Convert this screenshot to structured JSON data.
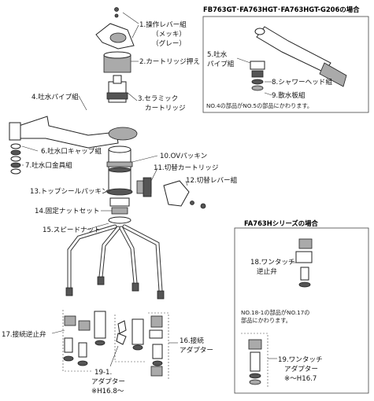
{
  "boxes": {
    "fb763": {
      "title": "FB763GT･FA763HGT･FA763HGT-G206の場合",
      "note": "NO.4の部品がNO.5の部品にかわります。"
    },
    "fa763h": {
      "title": "FA763Hシリーズの場合",
      "note_line1": "NO.18-1の部品がNO.17の",
      "note_line2": "部品にかわります。"
    }
  },
  "labels": {
    "p1_line1": "1.操作レバー組",
    "p1_line2": "（メッキ）",
    "p1_line3": "（グレー）",
    "p2": "2.カートリッジ押え",
    "p3_line1": "3.セラミック",
    "p3_line2": "カートリッジ",
    "p4": "4.吐水パイプ組",
    "p5_line1": "5.吐水",
    "p5_line2": "パイプ組",
    "p6": "6.吐水口キャップ組",
    "p7": "7.吐水口金具組",
    "p8": "8.シャワーヘッド組",
    "p9": "9.散水板組",
    "p10": "10.OVパッキン",
    "p11": "11.切替カートリッジ",
    "p12": "12.切替レバー組",
    "p13": "13.トップシールパッキン",
    "p14": "14.固定ナットセット",
    "p15": "15.スピードナット",
    "p16_line1": "16.接続",
    "p16_line2": "アダプター",
    "p17": "17.接続逆止弁",
    "p18_line1": "18.ワンタッチ",
    "p18_line2": "逆止弁",
    "p19_line1": "19.ワンタッチ",
    "p19_line2": "アダプター",
    "p19_line3": "※～H16.7",
    "p191_line1": "19-1.",
    "p191_line2": "アダプター",
    "p191_line3": "※H16.8～"
  }
}
